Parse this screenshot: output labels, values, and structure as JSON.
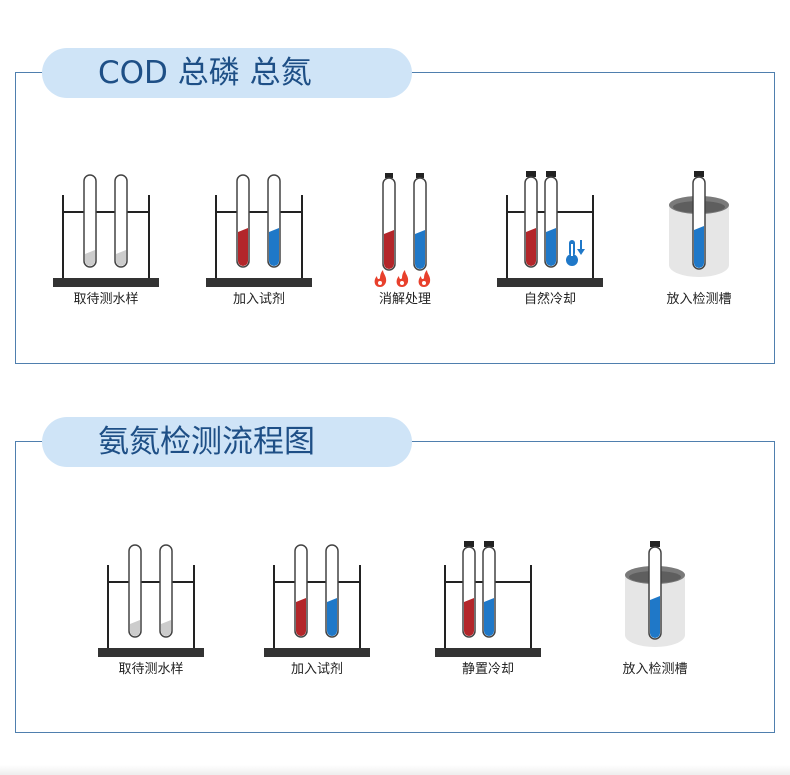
{
  "sections": [
    {
      "title": "COD  总磷  总氮",
      "steps": [
        {
          "label": "取待测水样",
          "icon": "beaker-empty-tubes-icon"
        },
        {
          "label": "加入试剂",
          "icon": "beaker-reagent-tubes-icon"
        },
        {
          "label": "消解处理",
          "icon": "heating-tubes-icon"
        },
        {
          "label": "自然冷却",
          "icon": "cooling-beaker-icon"
        },
        {
          "label": "放入检测槽",
          "icon": "detection-slot-icon"
        }
      ]
    },
    {
      "title": "氨氮检测流程图",
      "steps": [
        {
          "label": "取待测水样",
          "icon": "beaker-empty-tubes-icon"
        },
        {
          "label": "加入试剂",
          "icon": "beaker-reagent-tubes-icon"
        },
        {
          "label": "静置冷却",
          "icon": "cooling-beaker-icon"
        },
        {
          "label": "放入检测槽",
          "icon": "detection-slot-icon"
        }
      ]
    }
  ],
  "colors": {
    "frame": "#4f7fae",
    "pill": "#cfe4f7",
    "title_text": "#1e4f86",
    "red_liquid": "#b3262a",
    "blue_liquid": "#1f78c8",
    "flame": "#e8402c"
  }
}
